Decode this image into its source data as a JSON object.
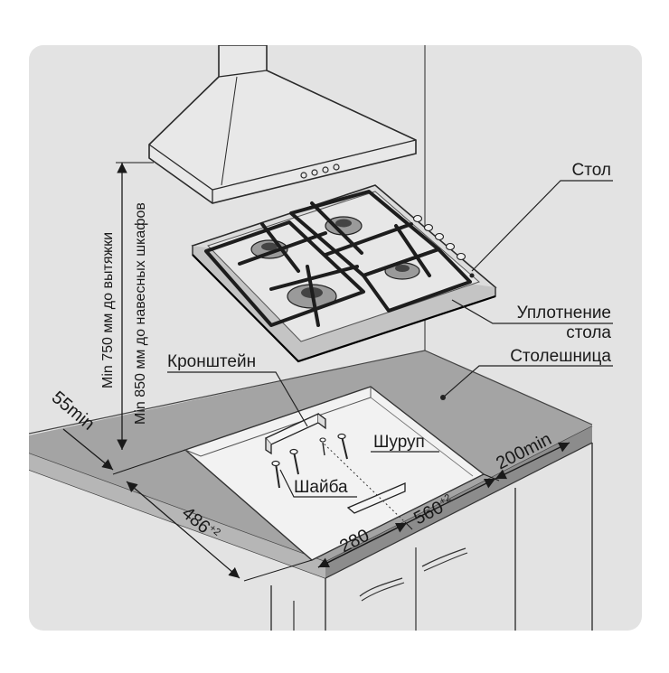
{
  "labels": {
    "stol": "Стол",
    "seal_line1": "Уплотнение",
    "seal_line2": "стола",
    "countertop": "Столешница",
    "bracket": "Кронштейн",
    "screw": "Шуруп",
    "washer": "Шайба"
  },
  "dimensions": {
    "min55_value": "55",
    "min55_suffix": "min",
    "min200_value": "200",
    "min200_suffix": "min",
    "depth_value": "486",
    "depth_tol": "+2",
    "width_value": "560",
    "width_tol": "+2",
    "half_value": "280"
  },
  "vertical_notes": {
    "hood": "Min 750 мм до вытяжки",
    "cabinets": "Min 850 мм до навесных шкафов"
  },
  "colors": {
    "background": "#e3e3e3",
    "countertop": "#a4a4a4",
    "countertop_edge": "#8c8c8c",
    "cutout": "#f2f2f2",
    "hob": "#dcdcdc",
    "grates": "#1d1d1d",
    "line": "#2a2a2a"
  }
}
